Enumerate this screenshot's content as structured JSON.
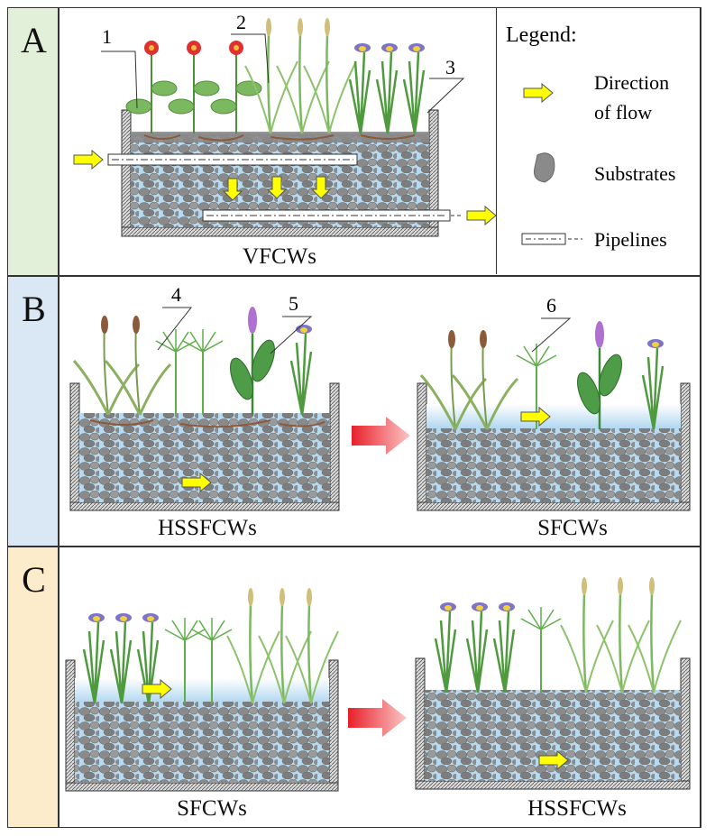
{
  "panels": {
    "a": {
      "label": "A",
      "caption": "VFCWs"
    },
    "b": {
      "label": "B",
      "caption_left": "HSSFCWs",
      "caption_right": "SFCWs"
    },
    "c": {
      "label": "C",
      "caption_left": "SFCWs",
      "caption_right": "HSSFCWs"
    }
  },
  "legend": {
    "title": "Legend:",
    "flow_line1": "Direction",
    "flow_line2": "of  flow",
    "substrates": "Substrates",
    "pipelines": "Pipelines"
  },
  "numbers": [
    "1",
    "2",
    "3",
    "4",
    "5",
    "6"
  ],
  "colors": {
    "band_a": "#e2efd9",
    "band_b": "#dae7f5",
    "band_c": "#fdeccb",
    "arrow_yellow": "#ffff00",
    "arrow_red": "#f08080",
    "water": "#b8daf0",
    "stone": "#8a8a8a",
    "plant": "#5da34a"
  }
}
